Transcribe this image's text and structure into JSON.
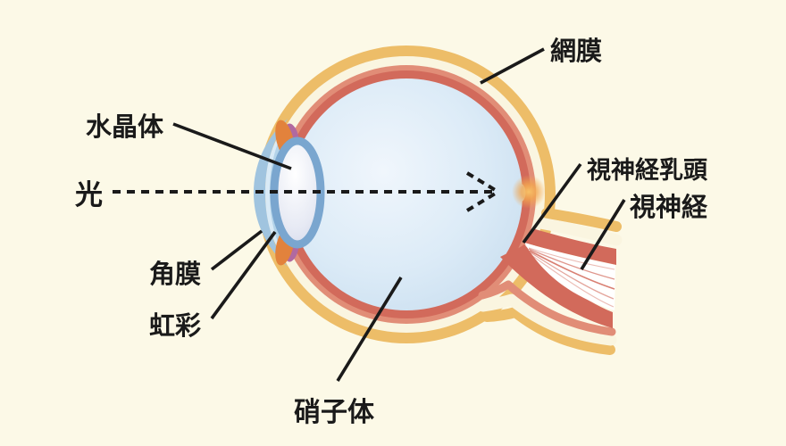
{
  "labels": {
    "lens": "水晶体",
    "light": "光",
    "cornea": "角膜",
    "iris": "虹彩",
    "vitreous_body": "硝子体",
    "retina": "網膜",
    "optic_disc": "視神経乳頭",
    "optic_nerve": "視神経"
  },
  "colors": {
    "background": "#FCF9E7",
    "sclera_orange": "#EDBD68",
    "sclera_inner_cream": "#FAF5E0",
    "choroid_salmon": "#E18D77",
    "retina_red": "#D26A5B",
    "vitreous_blue": "#D7E8F5",
    "cornea_blue": "#A0C4DF",
    "anterior_chamber": "#B3D3E9",
    "lens_ring_blue": "#7AA6CF",
    "iris_orange": "#E2823C",
    "ciliary_purple": "#B169A0",
    "fovea_glow_orange": "#F3A74F",
    "nerve_fiber_white": "#FFFFFF",
    "line_black": "#1A1A1A"
  }
}
